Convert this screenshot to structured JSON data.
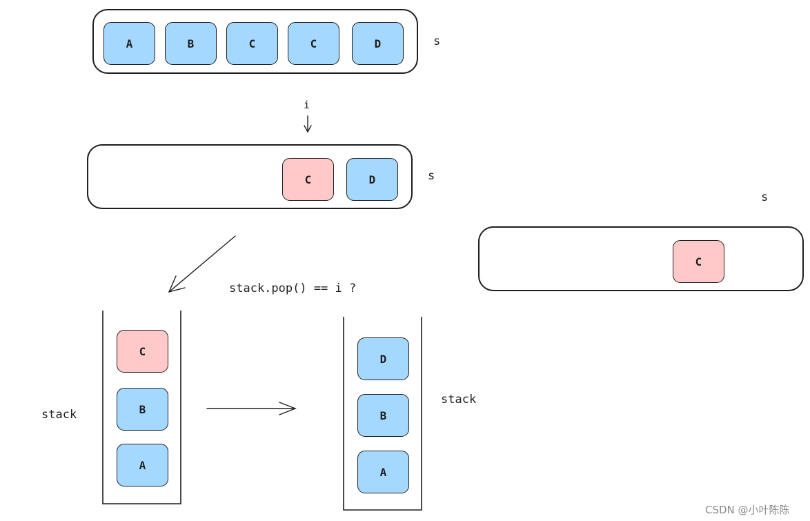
{
  "colors": {
    "blue": "#a5d8ff",
    "red": "#ffc9c9",
    "stroke": "#1e1e1e"
  },
  "row1": {
    "label": "s",
    "boxes": [
      "A",
      "B",
      "C",
      "C",
      "D"
    ]
  },
  "pointer": {
    "label": "i"
  },
  "row2": {
    "label": "s",
    "boxes": [
      "C",
      "D"
    ]
  },
  "row3": {
    "label": "s",
    "boxes": [
      "C"
    ]
  },
  "stack_left": {
    "label": "stack",
    "boxes": [
      "C",
      "B",
      "A"
    ]
  },
  "stack_right": {
    "label": "stack",
    "boxes": [
      "D",
      "B",
      "A"
    ]
  },
  "condition": "stack.pop() == i ?",
  "watermark": "CSDN @小叶陈陈"
}
